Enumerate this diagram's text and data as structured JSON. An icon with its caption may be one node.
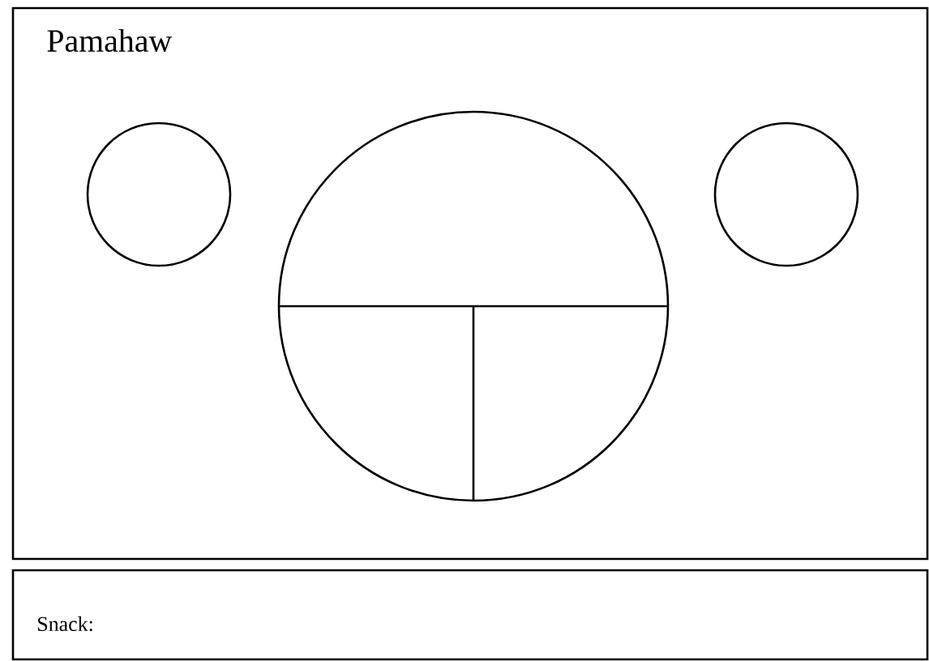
{
  "diagram": {
    "nodes": [
      {
        "text": [
          "Pamahaw"
        ]
      },
      {
        "text": [],
        "shape": "circle",
        "in": 0
      },
      {
        "text": [],
        "shape": "circle",
        "in": 0
      },
      {
        "text": [],
        "shape": "circle",
        "in": 0
      },
      {
        "text": [
          "Snack:"
        ]
      }
    ]
  }
}
